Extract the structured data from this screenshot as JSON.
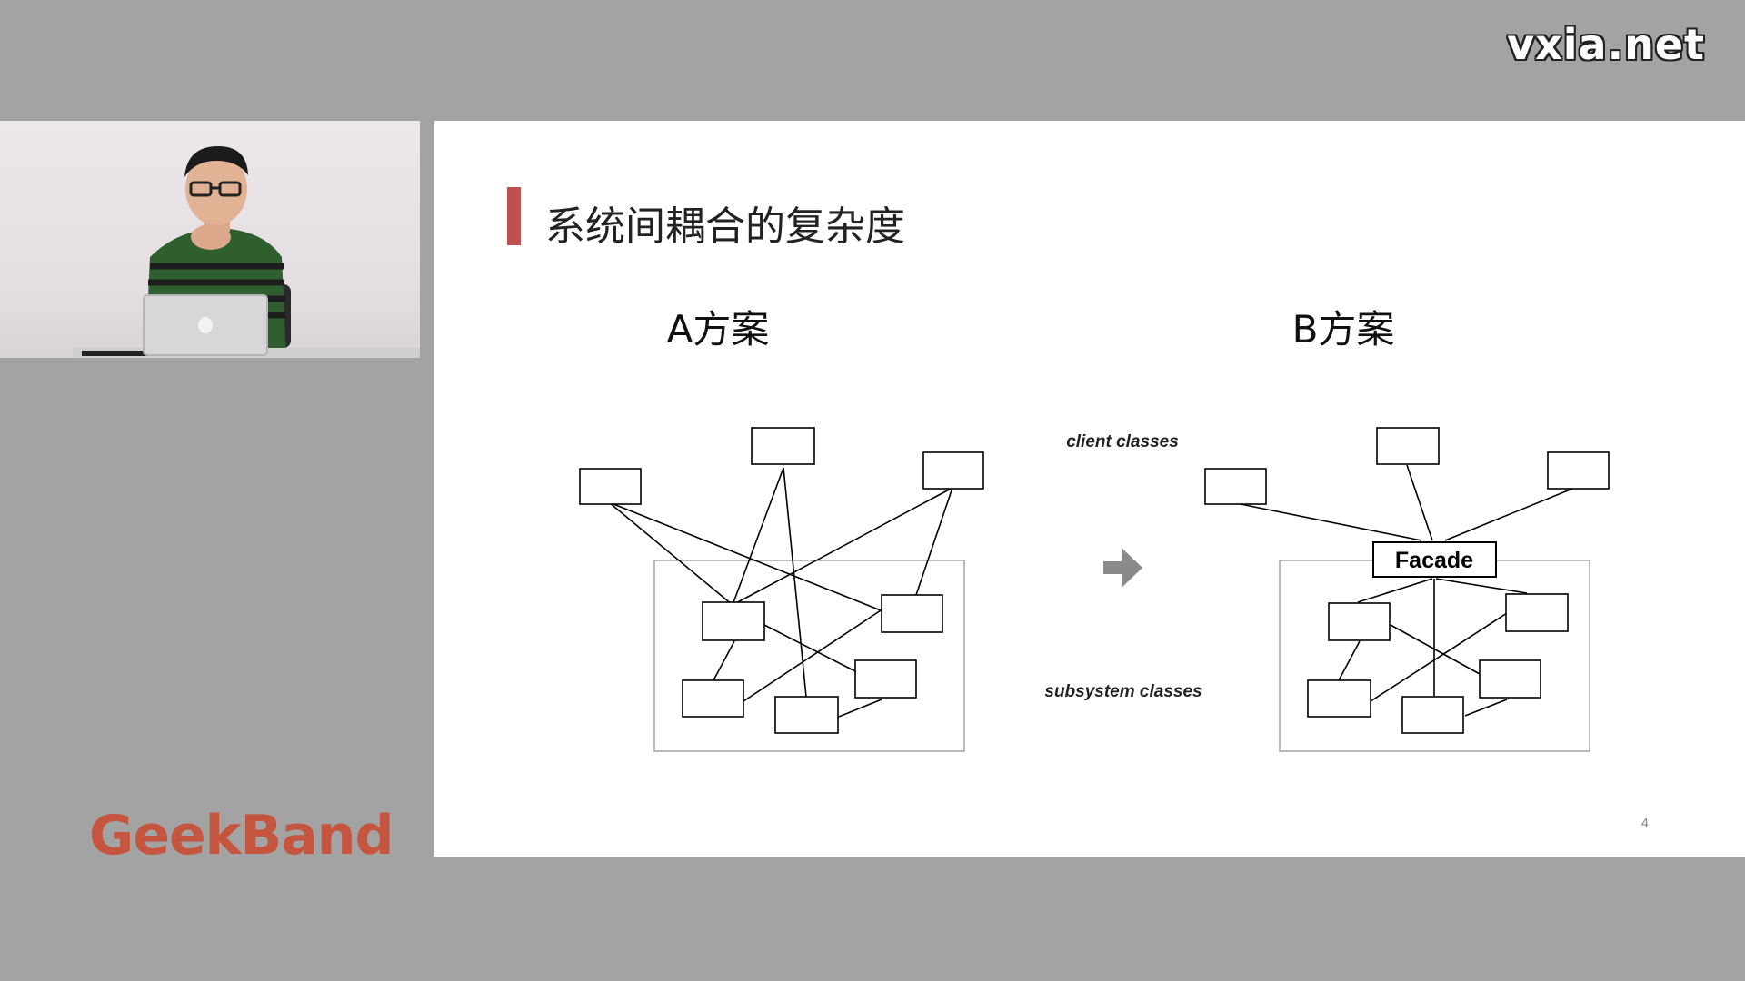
{
  "watermark": "vxia.net",
  "brand": "GeekBand",
  "slide": {
    "title": "系统间耦合的复杂度",
    "page_number": "4",
    "colors": {
      "accent": "#c0504d",
      "brand": "#c5553f"
    },
    "plan_a": {
      "heading": "A方案"
    },
    "plan_b": {
      "heading": "B方案",
      "facade_label": "Facade"
    },
    "labels": {
      "client_classes": "client classes",
      "subsystem_classes": "subsystem classes"
    },
    "arrow_icon": "right-arrow-icon"
  }
}
